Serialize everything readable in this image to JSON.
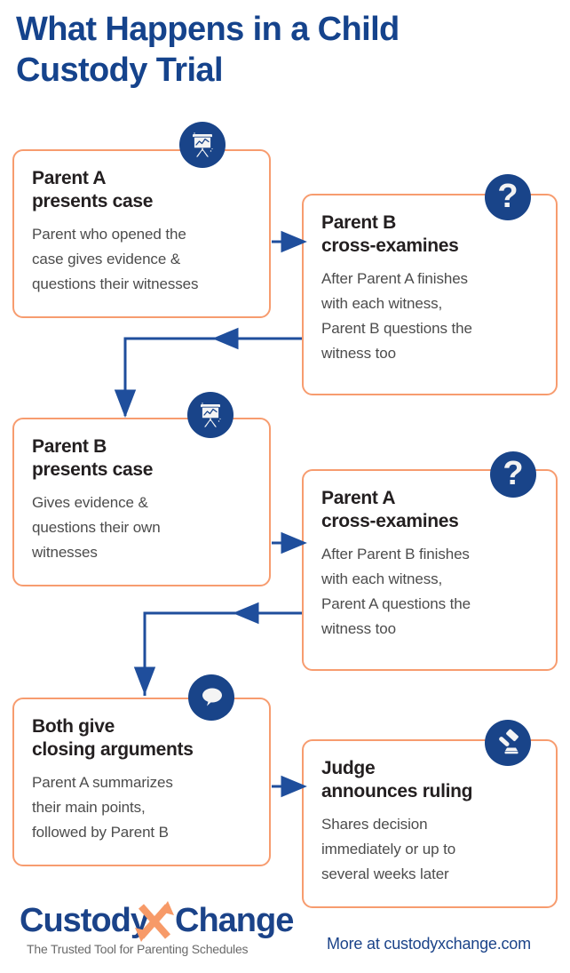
{
  "title": "What Happens in a Child\nCustody Trial",
  "colors": {
    "navy": "#15438c",
    "icon_navy": "#194489",
    "box_border_orange": "#f79c6f",
    "logo_orange": "#f79a68",
    "heading_black": "#231f20",
    "body_gray": "#4c4c4c",
    "connector_blue": "#1f4e9c",
    "background": "#ffffff"
  },
  "steps": [
    {
      "id": "parent-a-presents-case",
      "heading": "Parent A\npresents case",
      "body": "Parent who opened the\ncase gives evidence &\nquestions their witnesses",
      "icon": "presentation-easel-icon"
    },
    {
      "id": "parent-b-cross-examines",
      "heading": "Parent B\ncross-examines",
      "body": "After Parent A finishes\nwith each witness,\nParent B questions the\nwitness too",
      "icon": "question-mark-icon"
    },
    {
      "id": "parent-b-presents-case",
      "heading": "Parent B\npresents case",
      "body": "Gives evidence &\nquestions their own\nwitnesses",
      "icon": "presentation-easel-icon"
    },
    {
      "id": "parent-a-cross-examines",
      "heading": "Parent A\ncross-examines",
      "body": "After Parent B finishes\nwith each witness,\nParent A questions the\nwitness too",
      "icon": "question-mark-icon"
    },
    {
      "id": "both-give-closing-arguments",
      "heading": "Both give\nclosing arguments",
      "body": "Parent A summarizes\ntheir main points,\nfollowed by Parent B",
      "icon": "speech-bubble-icon"
    },
    {
      "id": "judge-announces-ruling",
      "heading": "Judge\nannounces ruling",
      "body": "Shares decision\nimmediately or up to\nseveral weeks later",
      "icon": "gavel-icon"
    }
  ],
  "icon_glyphs": {
    "question_mark": "?"
  },
  "footer": {
    "logo_text_left": "Custody",
    "logo_text_right": "Change",
    "logo_x_mark": "X",
    "tagline": "The Trusted Tool for Parenting Schedules",
    "link": "More at custodyxchange.com"
  }
}
